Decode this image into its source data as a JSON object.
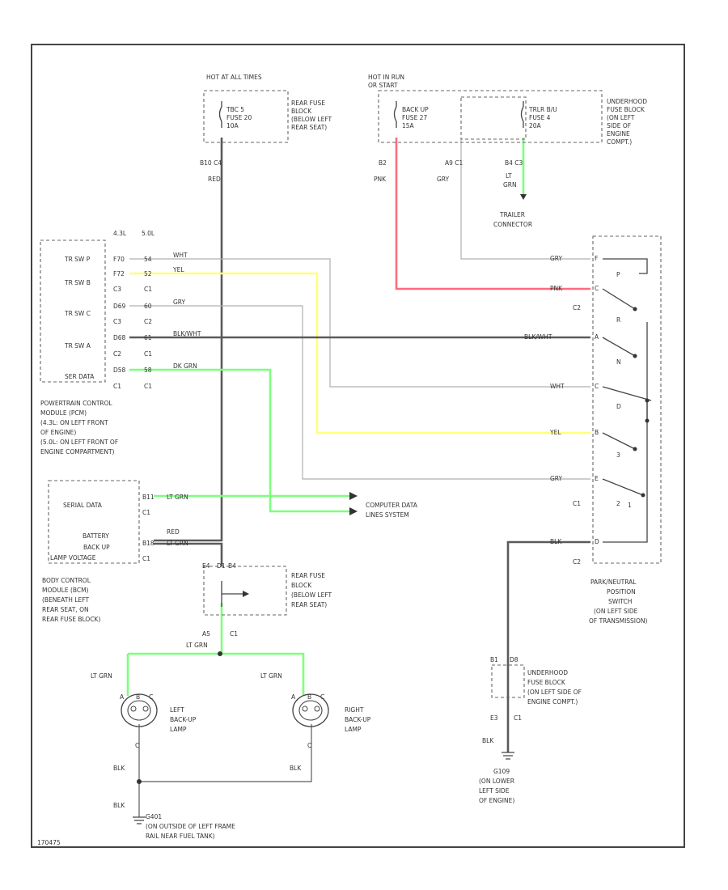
{
  "colors": {
    "wire_gray": "#b0b0b0",
    "wire_black": "#5a5a5a",
    "wire_pink": "#ff6a7d",
    "wire_yellow": "#ffff7a",
    "wire_green": "#7dff7d",
    "wire_lt_green": "#7dff7d",
    "frame": "#444444"
  },
  "fuses": {
    "hot_at_all_times": "HOT AT ALL TIMES",
    "tbc_fuse": [
      "TBC 5",
      "FUSE 20",
      "10A"
    ],
    "rear_fuse_block": [
      "REAR FUSE",
      "BLOCK",
      "(BELOW LEFT",
      "REAR SEAT)"
    ],
    "hot_in_run": "HOT IN RUN",
    "hot_in_run_2": "OR START",
    "backup_fuse": [
      "BACK UP",
      "FUSE 27",
      "15A"
    ],
    "trlr_fuse": [
      "TRLR B/U",
      "FUSE 4",
      "20A"
    ],
    "underhood_fuse_block": [
      "UNDERHOOD",
      "FUSE BLOCK",
      "(ON LEFT",
      "SIDE OF",
      "ENGINE",
      "COMPT.)"
    ]
  },
  "connector_labels": {
    "b10_c4": "B10  C4",
    "red": "RED",
    "b2": "B2",
    "pnk": "PNK",
    "a9_c1": "A9  C1",
    "gry": "GRY",
    "b4_c3": "B4  C3",
    "lt": "LT",
    "grn": "GRN",
    "trailer_connector": [
      "TRAILER",
      "CONNECTOR"
    ],
    "4_3l": "4.3L",
    "5_0l": "5.0L"
  },
  "pcm": {
    "pins": [
      "TR SW P",
      "TR SW B",
      "TR SW C",
      "TR SW A",
      "SER DATA"
    ],
    "cols_43": [
      "F70",
      "F72",
      "C3",
      "D69",
      "C3",
      "D68",
      "C2",
      "D58",
      "C1"
    ],
    "cols_50": [
      "54",
      "52",
      "C1",
      "60",
      "C2",
      "61",
      "C1",
      "58",
      "C1"
    ],
    "wires": [
      "WHT",
      "YEL",
      "GRY",
      "BLK/WHT",
      "DK GRN"
    ],
    "desc": [
      "POWERTRAIN CONTROL",
      "MODULE (PCM)",
      "(4.3L: ON LEFT FRONT",
      "OF ENGINE)",
      "(5.0L: ON LEFT FRONT OF",
      "ENGINE COMPARTMENT)"
    ]
  },
  "bcm": {
    "serial_data": "SERIAL DATA",
    "battery": "BATTERY",
    "backup": "BACK UP",
    "lamp_voltage": "LAMP VOLTAGE",
    "pins": [
      "B11",
      "C1",
      "B18",
      "C1"
    ],
    "wires": [
      "LT GRN",
      "RED",
      "LT GRN"
    ],
    "desc": [
      "BODY CONTROL",
      "MODULE (BCM)",
      "(BENEATH LEFT",
      "REAR SEAT, ON",
      "REAR FUSE BLOCK)"
    ],
    "computer_data": [
      "COMPUTER DATA",
      "LINES SYSTEM"
    ]
  },
  "rear_block_2": {
    "label": [
      "REAR FUSE",
      "BLOCK",
      "(BELOW LEFT",
      "REAR SEAT)"
    ],
    "pins": [
      "E4",
      "D1",
      "B4",
      "A5",
      "C1"
    ],
    "wire": "LT GRN"
  },
  "switch": {
    "rows": [
      "GRY",
      "PNK",
      "BLK/WHT",
      "WHT",
      "YEL",
      "GRY",
      "BLK"
    ],
    "pins": [
      "F",
      "C",
      "A",
      "C",
      "B",
      "E",
      "D"
    ],
    "positions": [
      "P",
      "R",
      "N",
      "D",
      "3",
      "2",
      "1"
    ],
    "c_labels": [
      "C2",
      "C1",
      "C2"
    ],
    "desc": [
      "PARK/NEUTRAL",
      "POSITION",
      "SWITCH",
      "(ON LEFT SIDE",
      "OF TRANSMISSION)"
    ]
  },
  "lamps": {
    "left_wire": "LT GRN",
    "right_wire": "LT GRN",
    "left": [
      "LEFT",
      "BACK-UP",
      "LAMP"
    ],
    "right": [
      "RIGHT",
      "BACK-UP",
      "LAMP"
    ],
    "pin_a": "A",
    "pin_b": "B",
    "pin_c": "C",
    "blk": "BLK"
  },
  "ground": {
    "g401": "G401",
    "g401_desc": [
      "(ON OUTSIDE OF LEFT FRAME",
      "RAIL NEAR FUEL TANK)"
    ],
    "g109": "G109",
    "g109_desc": [
      "(ON LOWER",
      "LEFT SIDE",
      "OF ENGINE)"
    ],
    "underhood_desc": [
      "UNDERHOOD",
      "FUSE BLOCK",
      "(ON LEFT SIDE OF",
      "ENGINE COMPT.)"
    ],
    "pins": [
      "B1",
      "D8",
      "E3",
      "C1"
    ],
    "wire": "BLK"
  },
  "footer_code": "170475"
}
